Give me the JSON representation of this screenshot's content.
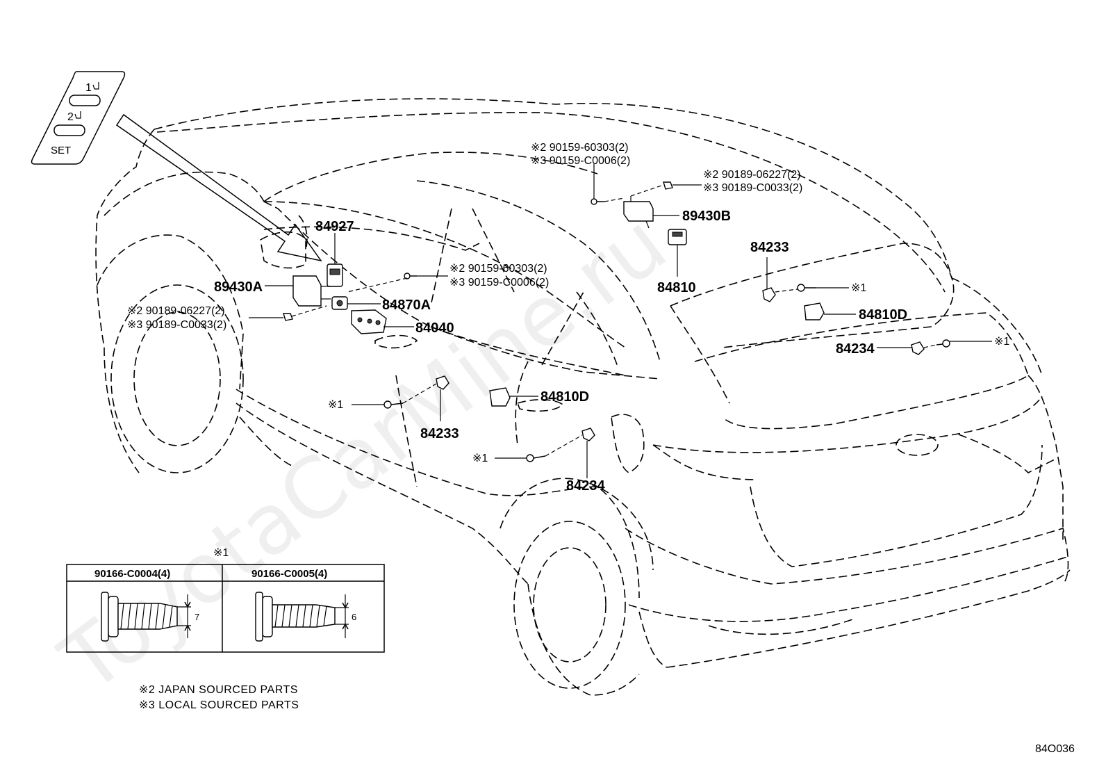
{
  "watermark": "ToyotaCarMine.ru",
  "seat_switch": {
    "button1": "1",
    "button2": "2",
    "set_label": "SET"
  },
  "parts": {
    "p84927": "84927",
    "p89430A": "89430A",
    "p84870A": "84870A",
    "p84040": "84040",
    "p89430B": "89430B",
    "p84810": "84810",
    "p84233_rear": "84233",
    "p84810D_rear": "84810D",
    "p84234_rear": "84234",
    "p84810D_door": "84810D",
    "p84233_door": "84233",
    "p84234_door": "84234"
  },
  "refs": {
    "top_screw_a": "※2 90159-60303(2)",
    "top_screw_b": "※3 90159-C0006(2)",
    "top_clip_a": "※2 90189-06227(2)",
    "top_clip_b": "※3 90189-C0033(2)",
    "front_screw_a": "※2 90159-60303(2)",
    "front_screw_b": "※3 90159-C0006(2)",
    "front_clip_a": "※2 90189-06227(2)",
    "front_clip_b": "※3 90189-C0033(2)",
    "mark1_rear_a": "※1",
    "mark1_rear_b": "※1",
    "mark1_door_a": "※1",
    "mark1_door_b": "※1"
  },
  "table": {
    "mark": "※1",
    "col1_header": "90166-C0004(4)",
    "col2_header": "90166-C0005(4)",
    "col1_dim": "7",
    "col2_dim": "6"
  },
  "notes": {
    "note2": "※2 JAPAN SOURCED PARTS",
    "note3": "※3 LOCAL SOURCED PARTS"
  },
  "figure_code": "84O036"
}
